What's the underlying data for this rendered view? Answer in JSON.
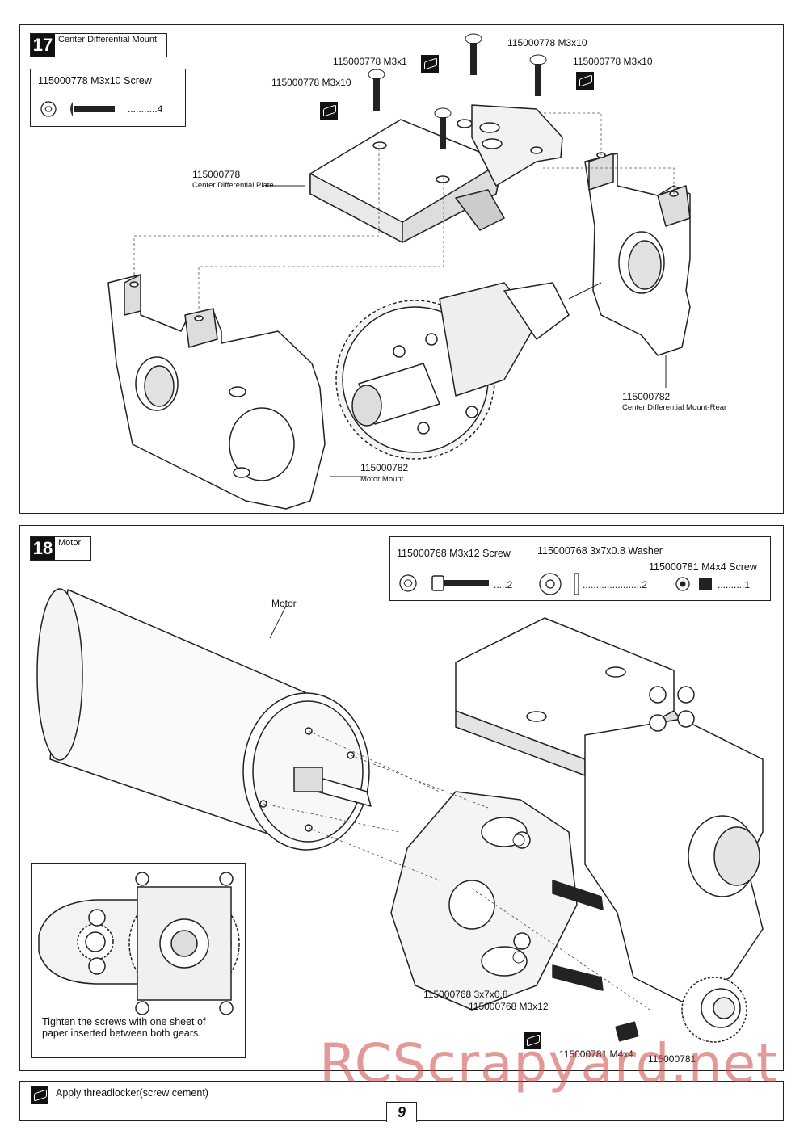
{
  "step17": {
    "number": "17",
    "title": "Center Differential Mount",
    "parts": {
      "title": "115000778  M3x10 Screw",
      "qty": "...........4"
    },
    "labels": {
      "screw_a": "115000778 M3x10",
      "screw_b": "115000778 M3x1",
      "screw_c": "115000778 M3x10",
      "screw_d": "115000778 M3x10",
      "plate_code": "115000778",
      "plate_name": "Center Differential Plate",
      "rear_code": "115000782",
      "rear_name": "Center Differential Mount-Rear",
      "motor_mount_code": "115000782",
      "motor_mount_name": "Motor Mount"
    }
  },
  "step18": {
    "number": "18",
    "title": "Motor",
    "parts": {
      "p1_title": "115000768  M3x12 Screw",
      "p1_qty": ".....2",
      "p2_title": "115000768  3x7x0.8 Washer",
      "p2_qty": "......................2",
      "p3_title": "115000781  M4x4 Screw",
      "p3_qty": "..........1"
    },
    "labels": {
      "motor": "Motor",
      "washer": "115000768 3x7x0.8",
      "screw": "115000768 M3x12",
      "setscrew": "115000781 M4x4",
      "pinion": "115000781"
    },
    "inset_note": "Tighten the screws with one sheet of paper inserted between both gears."
  },
  "footer": {
    "threadlocker": "Apply threadlocker(screw cement)",
    "page": "9"
  },
  "watermark": "RCScrapyard.net",
  "icons": [
    "threadlocker-icon",
    "screw-icon",
    "washer-icon",
    "set-screw-icon",
    "hex-head-icon"
  ]
}
